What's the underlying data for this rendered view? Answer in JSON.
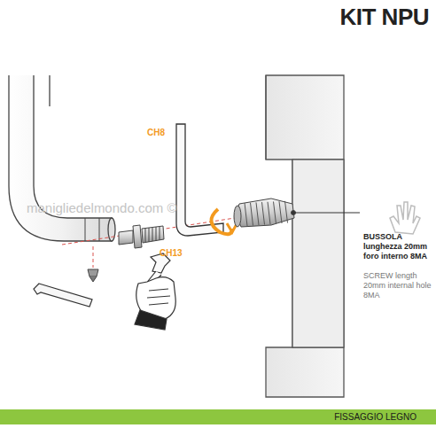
{
  "diagram": {
    "title": "KIT NPU",
    "nodes": [
      {
        "text": [
          "FISSAGGIO LEGNO"
        ]
      }
    ],
    "labels": [
      "CH8",
      "CH13",
      "BUSSOLA lunghezza 20mm foro interno 8MA",
      "SCREW length 20mm internal hole 8MA",
      "manigliedelmondo.com ©"
    ]
  }
}
